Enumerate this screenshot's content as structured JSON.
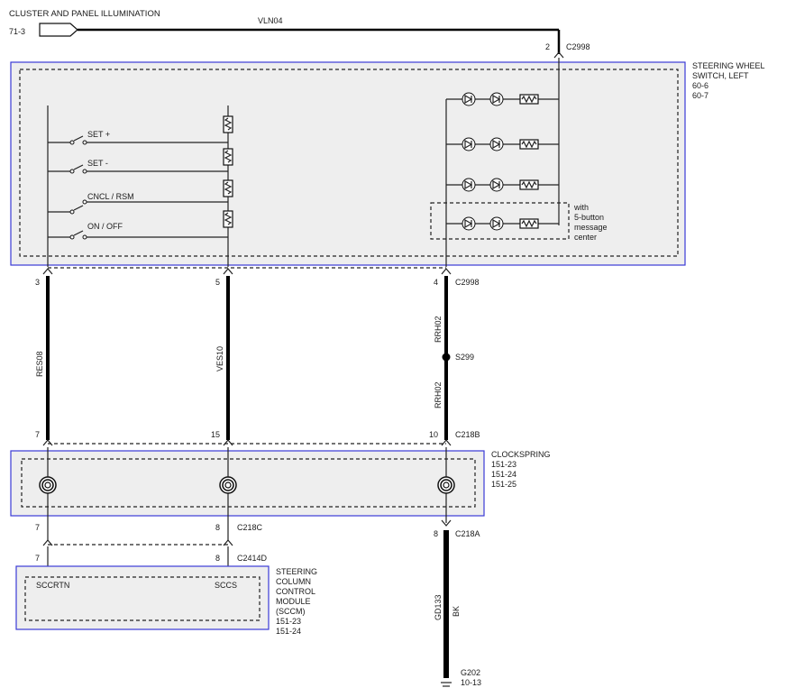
{
  "header": {
    "title": "CLUSTER AND PANEL ILLUMINATION",
    "ref": "71-3",
    "wire": "VLN04",
    "pin": "2",
    "connector": "C2998"
  },
  "steering_switch": {
    "name_line1": "STEERING WHEEL",
    "name_line2": "SWITCH, LEFT",
    "ref1": "60-6",
    "ref2": "60-7",
    "switches": [
      "SET +",
      "SET -",
      "CNCL / RSM",
      "ON / OFF"
    ],
    "note": [
      "with",
      "5-button",
      "message",
      "center"
    ]
  },
  "connectors_top": [
    {
      "pin": "3",
      "label": ""
    },
    {
      "pin": "5",
      "label": ""
    },
    {
      "pin": "4",
      "label": "C2998"
    }
  ],
  "wires_mid": [
    "RES08",
    "VES10",
    "RRH02",
    "RRH02"
  ],
  "splice": "S299",
  "connectors_c218b": [
    {
      "pin": "7"
    },
    {
      "pin": "15"
    },
    {
      "pin": "10",
      "label": "C218B"
    }
  ],
  "clockspring": {
    "name": "CLOCKSPRING",
    "refs": [
      "151-23",
      "151-24",
      "151-25"
    ]
  },
  "c218c": {
    "pins": [
      "7",
      "8"
    ],
    "label": "C218C"
  },
  "c218a": {
    "pin": "8",
    "label": "C218A"
  },
  "c2414d": {
    "pins": [
      "7",
      "8"
    ],
    "label": "C2414D"
  },
  "sccm": {
    "pins": [
      "SCCRTN",
      "SCCS"
    ],
    "name": [
      "STEERING",
      "COLUMN",
      "CONTROL",
      "MODULE",
      "(SCCM)"
    ],
    "refs": [
      "151-23",
      "151-24"
    ]
  },
  "ground_wire": {
    "circuit": "GD133",
    "color": "BK"
  },
  "ground": {
    "name": "G202",
    "ref": "10-13"
  }
}
